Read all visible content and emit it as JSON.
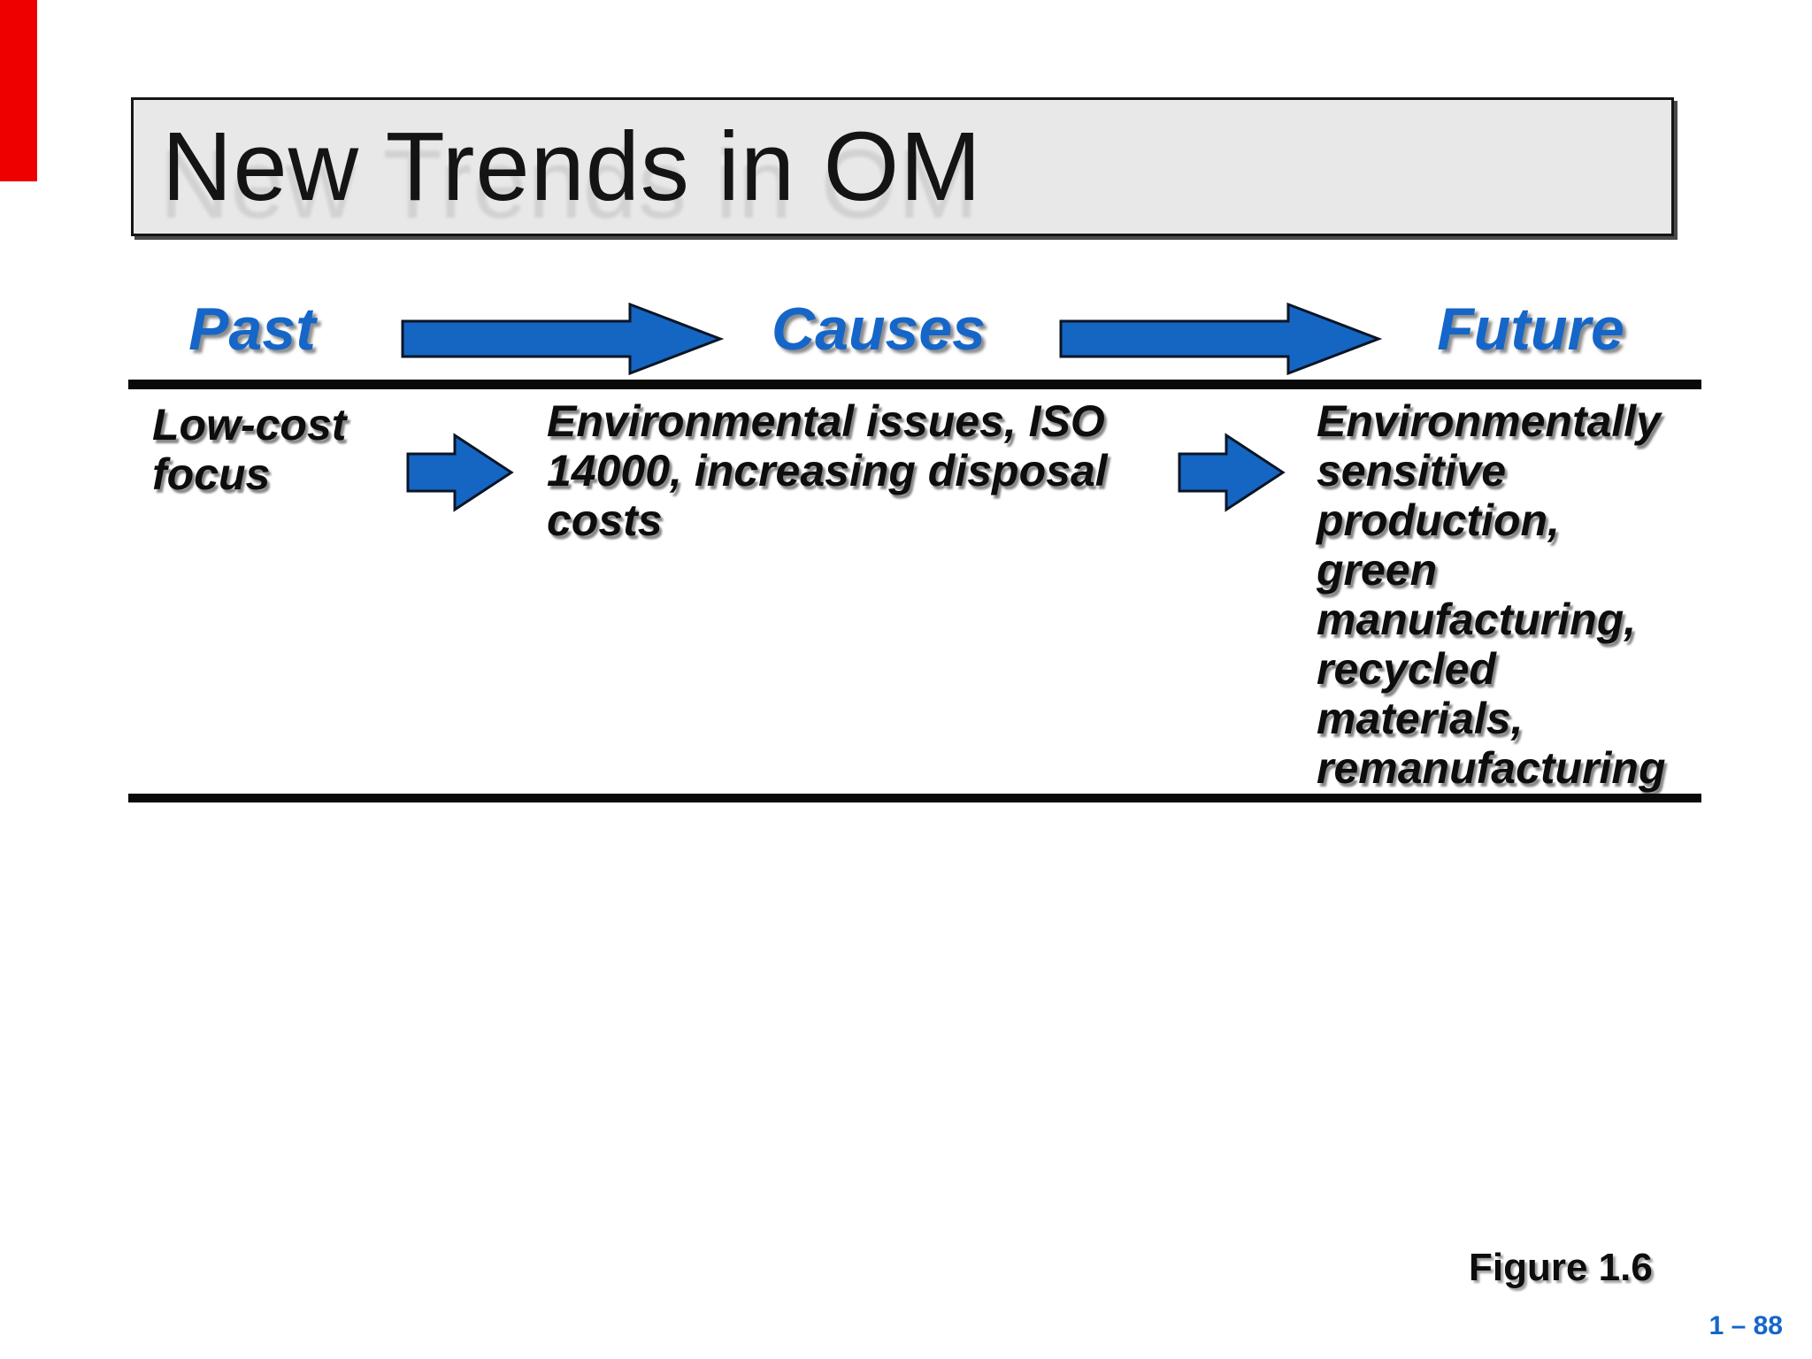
{
  "slide": {
    "title": "New Trends in OM",
    "figure_label": "Figure 1.6",
    "page_number": "1 – 88",
    "colors": {
      "accent_blue": "#1566c8",
      "arrow_fill": "#1565c2",
      "arrow_stroke": "#0a1526",
      "title_bg": "#e8e8e8",
      "marker_red": "#ee0000"
    },
    "table": {
      "headers": [
        {
          "label": "Past"
        },
        {
          "label": "Causes"
        },
        {
          "label": "Future"
        }
      ],
      "rows": [
        {
          "past": "Low-cost\nfocus",
          "causes": "Environmental issues, ISO\n14000, increasing disposal\ncosts",
          "future": "Environmentally\nsensitive\nproduction,\ngreen\nmanufacturing,\nrecycled\nmaterials,\nremanufacturing"
        }
      ]
    }
  }
}
